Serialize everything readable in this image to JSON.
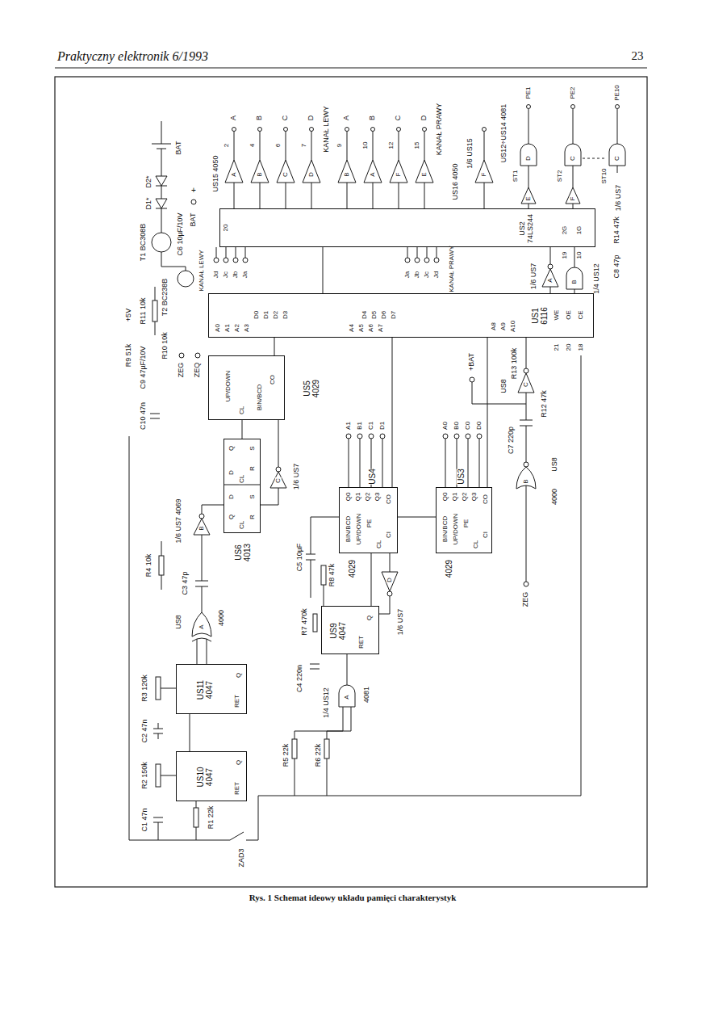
{
  "diagram": {
    "caption": "Rys. 1 Schemat ideowy układu pamięci charakterystyk",
    "nodes": [
      {
        "text": [
          "US2 74LS244"
        ]
      },
      {
        "text": [
          "US1 6116"
        ]
      },
      {
        "text": [
          "US5 4029"
        ]
      },
      {
        "text": [
          "US6 4013"
        ]
      },
      {
        "text": [
          "US4",
          "4029"
        ]
      },
      {
        "text": [
          "US3",
          "4029"
        ]
      },
      {
        "text": [
          "US9 4047"
        ]
      },
      {
        "text": [
          "US11 4047"
        ]
      },
      {
        "text": [
          "US10 4047"
        ]
      }
    ],
    "edges": [
      {
        "from": 1,
        "to": 0,
        "arrow": "none"
      },
      {
        "from": 2,
        "to": 1,
        "arrow": "none"
      },
      {
        "from": 4,
        "to": 1,
        "arrow": "none"
      },
      {
        "from": 5,
        "to": 1,
        "arrow": "none"
      },
      {
        "from": 6,
        "to": 4,
        "arrow": "none"
      },
      {
        "from": 7,
        "to": 8,
        "arrow": "none"
      }
    ],
    "labels": [
      "Praktyczny elektronik 6/1993",
      "23",
      "BAT",
      "D2*",
      "D1*",
      "C6 10µF/10V",
      "+",
      "BAT",
      "T1 BC308B",
      "R11 10k",
      "T2 BC238B",
      "+5V",
      "R9 51k",
      "R10 10k",
      "C9 47µF/10V",
      "C10 47n",
      "ZEG",
      "ZEQ",
      "KANAŁ LEWY",
      "Jd",
      "Jc",
      "Jb",
      "Ja",
      "A",
      "B",
      "C",
      "D",
      "B",
      "A",
      "F",
      "E",
      "A",
      "B",
      "C",
      "D",
      "A",
      "B",
      "C",
      "D",
      "2",
      "4",
      "6",
      "7",
      "9",
      "10",
      "12",
      "15",
      "2G",
      "1G",
      "19",
      "10",
      "20",
      "D0",
      "D1",
      "D2",
      "D3",
      "D4",
      "D5",
      "D6",
      "D7",
      "A0",
      "A1",
      "A2",
      "A3",
      "A4",
      "A5",
      "A6",
      "A7",
      "A8",
      "A9",
      "A10",
      "WE",
      "OE",
      "CE",
      "21",
      "20",
      "18",
      "UP/DOWN",
      "CO",
      "BIN/BCD",
      "CL",
      "Q",
      "S",
      "D",
      "R",
      "CL",
      "D",
      "S",
      "Q",
      "R",
      "CL",
      "Q0",
      "Q1",
      "Q2",
      "Q3",
      "CO",
      "BIN/BCD",
      "UP/DOWN",
      "PE",
      "CI",
      "CL",
      "Q0",
      "Q1",
      "Q2",
      "Q3",
      "CO",
      "BIN/BCD",
      "UP/DOWN",
      "PE",
      "CI",
      "CL",
      "Q",
      "RET",
      "Q",
      "RET",
      "Q",
      "RET",
      "R3 120k",
      "C2 47n",
      "R2 150k",
      "C1 47n",
      "R1 22k",
      "ZAD3",
      "US8",
      "A",
      "4000",
      "C3 47p",
      "R4 10k",
      "1/6 US7 4069",
      "B",
      "1/6 US7",
      "C",
      "D",
      "C5 10µF",
      "R8 47k",
      "A1",
      "B1",
      "C1",
      "D1",
      "A0",
      "B0",
      "C0",
      "D0",
      "+BAT",
      "R13 100k",
      "US8",
      "C",
      "R12 47k",
      "C7 220p",
      "US8",
      "B",
      "4000",
      "ZEG",
      "1/6 US15",
      "F",
      "US12÷US14 4081",
      "ST1",
      "ST2",
      "ST10",
      "PE1",
      "PE2",
      "PE10",
      "D",
      "C",
      "C",
      "E",
      "F",
      "1/6 US7",
      "KANAŁ PRAWY",
      "Ja",
      "Jb",
      "Jc",
      "Jd",
      "A",
      "1/6 US7",
      "B",
      "1/4 US12",
      "C8 47p",
      "R14 47k",
      "A",
      "1/4 US12",
      "4081",
      "R7 470k",
      "C4 220n",
      "R5 22k",
      "R6 22k",
      "1/6 US7",
      "US15 4050",
      "KANAŁ LEWY",
      "KANAŁ PRAWY",
      "US16 4050"
    ]
  }
}
